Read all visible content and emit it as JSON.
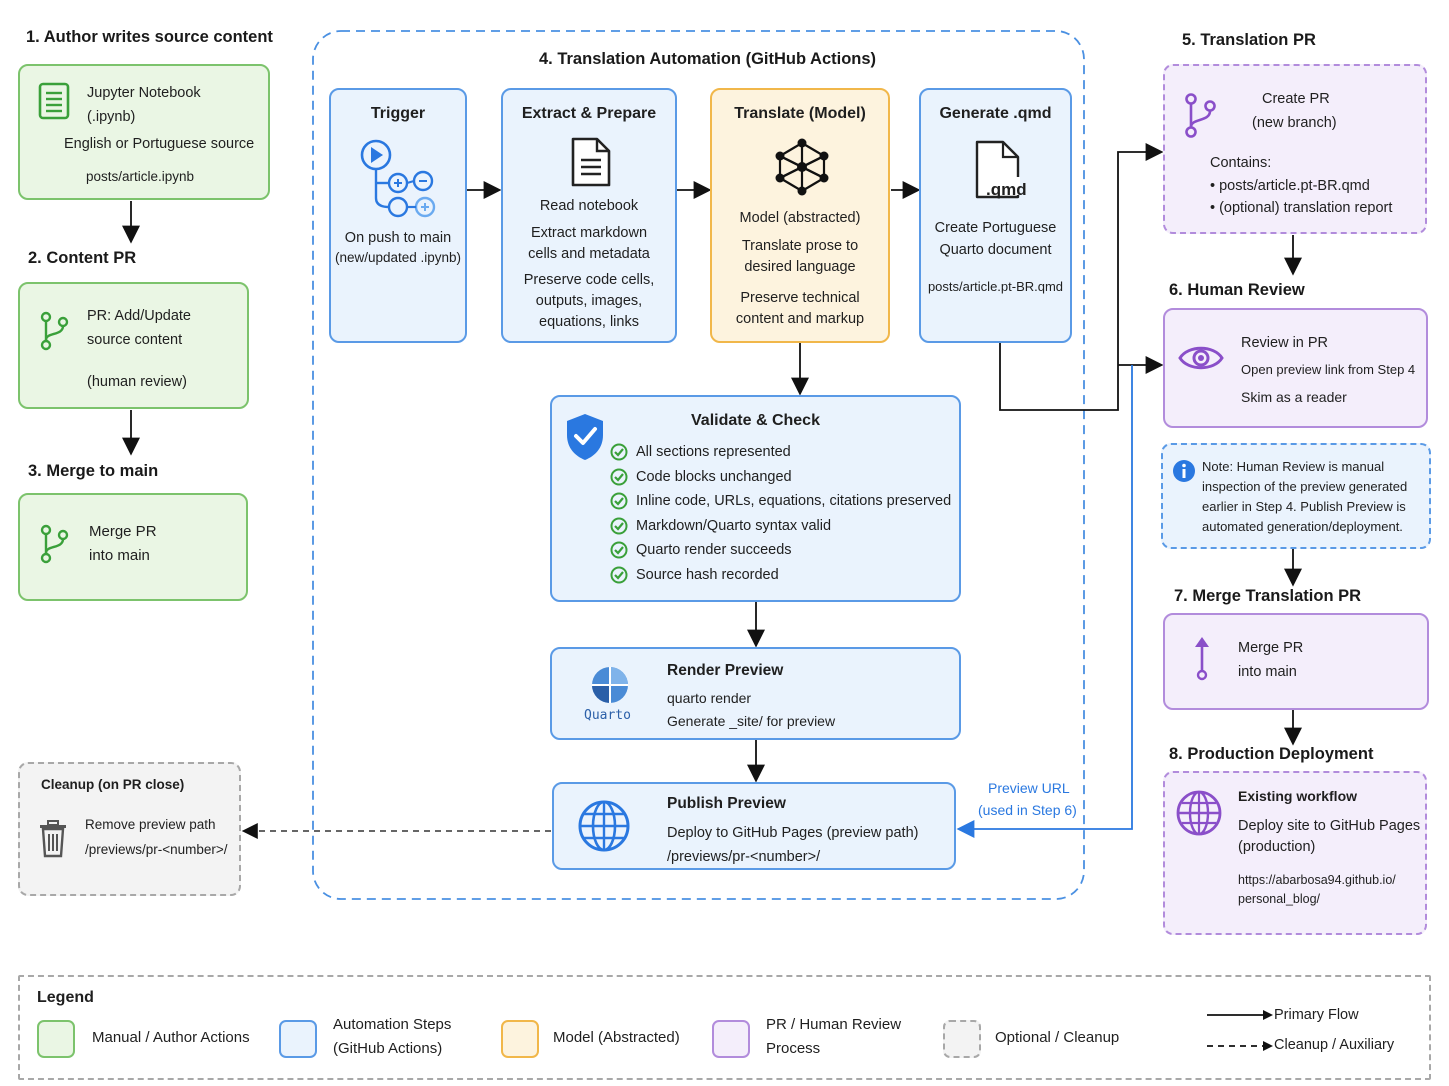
{
  "steps": {
    "s1": "1.  Author writes source content",
    "s2": "2.  Content PR",
    "s3": "3.  Merge to main",
    "s4": "4.  Translation Automation (GitHub Actions)",
    "s5": "5.  Translation PR",
    "s6": "6.  Human Review",
    "s7": "7.  Merge Translation PR",
    "s8": "8.  Production Deployment"
  },
  "author": {
    "line1": "Jupyter Notebook",
    "line2": "(.ipynb)",
    "line3": "English or Portuguese source",
    "line4": "posts/article.ipynb"
  },
  "content_pr": {
    "line1": "PR: Add/Update",
    "line2": "source content",
    "line3": "(human review)"
  },
  "merge_main": {
    "line1": "Merge PR",
    "line2": "into main"
  },
  "trigger": {
    "title": "Trigger",
    "line1": "On push to main",
    "line2": "(new/updated .ipynb)"
  },
  "extract": {
    "title": "Extract & Prepare",
    "line1": "Read notebook",
    "line2": "Extract markdown",
    "line3": "cells and metadata",
    "line4": "Preserve code cells,",
    "line5": "outputs, images,",
    "line6": "equations, links"
  },
  "translate": {
    "title": "Translate (Model)",
    "line1": "Model (abstracted)",
    "line2": "Translate prose to",
    "line3": "desired language",
    "line4": "Preserve technical",
    "line5": "content and markup"
  },
  "generate": {
    "title": "Generate .qmd",
    "file_label": ".qmd",
    "line1": "Create Portuguese",
    "line2": "Quarto document",
    "line3": "posts/article.pt-BR.qmd"
  },
  "validate": {
    "title": "Validate & Check",
    "checks": [
      "All sections represented",
      "Code blocks unchanged",
      "Inline code, URLs, equations, citations preserved",
      "Markdown/Quarto syntax valid",
      "Quarto render succeeds",
      "Source hash recorded"
    ]
  },
  "render": {
    "title": "Render Preview",
    "logo_text": "Quarto",
    "line1": "quarto render",
    "line2": "Generate _site/ for preview"
  },
  "publish": {
    "title": "Publish Preview",
    "line1": "Deploy to GitHub Pages (preview path)",
    "line2": "/previews/pr-<number>/"
  },
  "preview_url": {
    "line1": "Preview URL",
    "line2": "(used in Step 6)"
  },
  "cleanup": {
    "title": "Cleanup (on PR close)",
    "line1": "Remove preview path",
    "line2": "/previews/pr-<number>/"
  },
  "translation_pr": {
    "line1": "Create PR",
    "line2": "(new branch)",
    "contains": "Contains:",
    "bullet1": "•  posts/article.pt-BR.qmd",
    "bullet2": "•  (optional) translation report"
  },
  "human_review": {
    "line1": "Review in PR",
    "line2": "Open preview link from Step 4",
    "line3": "Skim as a reader"
  },
  "note": {
    "line1": "Note: Human Review is manual",
    "line2": "inspection of the preview generated",
    "line3": "earlier in Step 4. Publish Preview is",
    "line4": "automated generation/deployment."
  },
  "merge_translation": {
    "line1": "Merge PR",
    "line2": "into main"
  },
  "production": {
    "title": "Existing workflow",
    "line1": "Deploy site to GitHub Pages",
    "line2": "(production)",
    "line3": "https://abarbosa94.github.io/",
    "line4": "personal_blog/"
  },
  "legend": {
    "title": "Legend",
    "manual": "Manual / Author Actions",
    "automation1": "Automation Steps",
    "automation2": "(GitHub Actions)",
    "model": "Model (Abstracted)",
    "pr1": "PR / Human Review",
    "pr2": "Process",
    "optional": "Optional / Cleanup",
    "primary": "Primary Flow",
    "cleanup": "Cleanup / Auxiliary"
  },
  "colors": {
    "green_fill": "#eaf6e4",
    "green_border": "#7cc36c",
    "blue_fill": "#eaf3fd",
    "blue_border": "#5a9ae6",
    "orange_fill": "#fdf3de",
    "orange_border": "#f1b74a",
    "purple_fill": "#f4eefb",
    "purple_border": "#b28cdc",
    "gray_fill": "#f3f3f3",
    "gray_border": "#a8a8a8",
    "link_blue": "#2a78e0"
  }
}
